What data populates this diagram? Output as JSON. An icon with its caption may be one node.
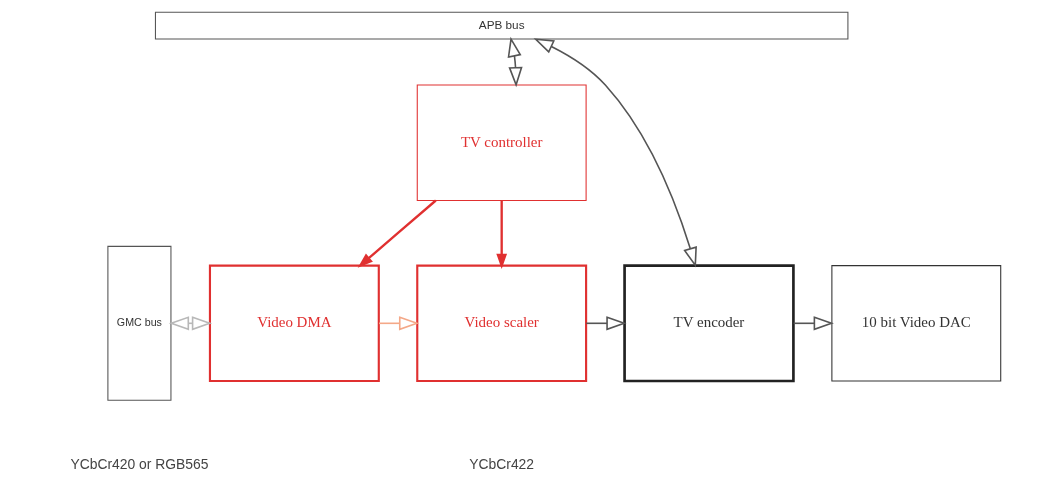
{
  "diagram": {
    "nodes": [
      {
        "text": [
          "APB bus"
        ]
      },
      {
        "text": [
          "TV controller"
        ]
      },
      {
        "text": [
          "GMC bus"
        ]
      },
      {
        "text": [
          "Video DMA"
        ]
      },
      {
        "text": [
          "Video scaler"
        ]
      },
      {
        "text": [
          "TV encoder"
        ]
      },
      {
        "text": [
          "10 bit Video DAC"
        ]
      }
    ],
    "edges": [
      {
        "from": 0,
        "to": 1,
        "arrow": "both"
      },
      {
        "from": 0,
        "to": 5,
        "arrow": "both"
      },
      {
        "from": 1,
        "to": 3,
        "arrow": "to",
        "color": "#e03030"
      },
      {
        "from": 1,
        "to": 4,
        "arrow": "to",
        "color": "#e03030"
      },
      {
        "from": 2,
        "to": 3,
        "arrow": "both",
        "color": "#b8b8b8"
      },
      {
        "from": 3,
        "to": 4,
        "arrow": "to",
        "color": "#f4a888"
      },
      {
        "from": 4,
        "to": 5,
        "arrow": "to"
      },
      {
        "from": 5,
        "to": 6,
        "arrow": "to"
      }
    ],
    "labels": [
      "YCbCr420 or RGB565",
      "YCbCr422"
    ]
  }
}
